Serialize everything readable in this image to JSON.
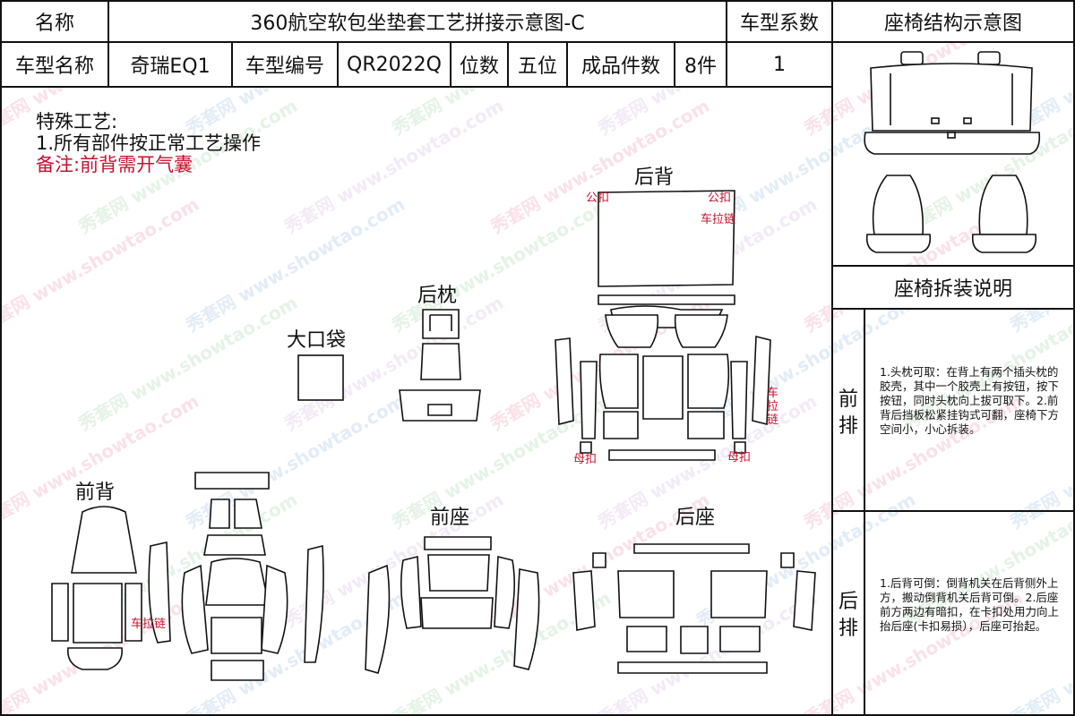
{
  "header": {
    "name_label": "名称",
    "title": "360航空软包坐垫套工艺拼接示意图-C",
    "coef_label": "车型系数",
    "structure_label": "座椅结构示意图"
  },
  "info_row": {
    "model_name_label": "车型名称",
    "model_name": "奇瑞EQ1",
    "model_code_label": "车型编号",
    "model_code": "QR2022Q",
    "seats_label": "位数",
    "seats": "五位",
    "pieces_label": "成品件数",
    "pieces": "8件",
    "coef_value": "1"
  },
  "process": {
    "heading": "特殊工艺:",
    "step1": "1.所有部件按正常工艺操作",
    "remark": "备注:前背需开气囊"
  },
  "parts": {
    "rear_back": "后背",
    "rear_headrest": "后枕",
    "big_pocket": "大口袋",
    "front_back": "前背",
    "front_seat": "前座",
    "rear_seat": "后座"
  },
  "annotations": {
    "clip_left": "公扣",
    "clip_right": "公扣",
    "zipper_top": "车拉链",
    "zipper_side": "车拉链",
    "mother_clip_left": "母扣",
    "mother_clip_right": "母扣",
    "zipper_front": "车拉链"
  },
  "disassembly": {
    "heading": "座椅拆装说明",
    "front_label": "前排",
    "front_note": "1.头枕可取：在背上有两个插头枕的胶壳，其中一个胶壳上有按钮，按下按钮，同时头枕向上拔可取下。2.前背后挡板松紧挂钩式可翻，座椅下方空间小，小心拆装。",
    "rear_label": "后排",
    "rear_note": "1.后背可倒：倒背机关在后背侧外上方，搬动倒背机关后背可倒。2.后座前方两边有暗扣，在卡扣处用力向上抬后座(卡扣易损），后座可抬起。"
  },
  "watermark": {
    "cn": "秀套网",
    "en": "www.showtao.com"
  },
  "colors": {
    "border": "#111111",
    "accent_red": "#c8102e"
  }
}
